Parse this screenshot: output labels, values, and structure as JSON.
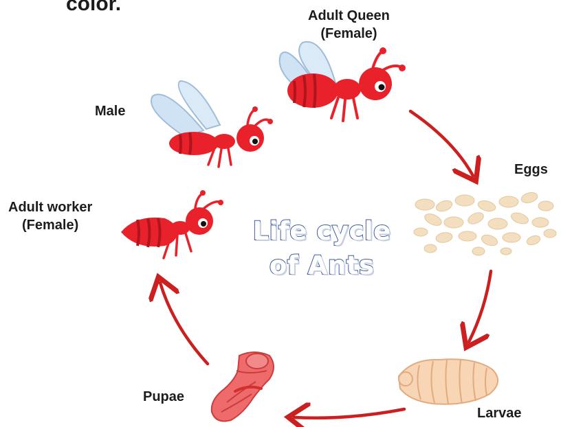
{
  "top_text": "color.",
  "title_lines": [
    "Life cycle",
    "of Ants"
  ],
  "stages": {
    "queen": [
      "Adult Queen",
      "(Female)"
    ],
    "male": "Male",
    "eggs": "Eggs",
    "larvae": "Larvae",
    "pupae": "Pupae",
    "worker": [
      "Adult worker",
      "(Female)"
    ]
  },
  "icons": [
    "queen-ant-icon",
    "male-ant-icon",
    "eggs-icon",
    "larva-icon",
    "pupa-icon",
    "worker-ant-icon",
    "cycle-arrow-icon"
  ],
  "colors": {
    "ant_body": "#e8212a",
    "ant_dark": "#b0141d",
    "wing": "#cfe3f5",
    "arrow": "#cc1f1f",
    "egg": "#f3dfbf",
    "larva": "#f8d5b4",
    "pupa": "#ef6b6b",
    "title_fill": "#ffffff",
    "title_outline": "#3d5a9e"
  }
}
